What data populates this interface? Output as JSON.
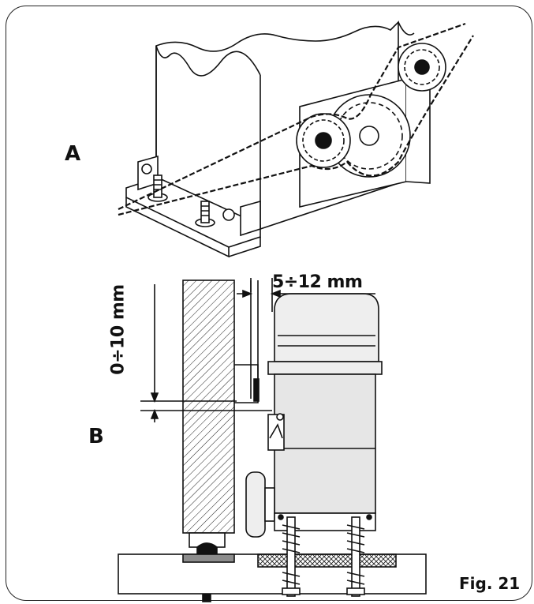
{
  "labels": {
    "view_a": "A",
    "view_b": "B",
    "figure": "Fig. 21",
    "dim_horizontal": "5÷12 mm",
    "dim_vertical": "0÷10 mm"
  },
  "colors": {
    "ink": "#111111",
    "motor_body": "#e6e6e6",
    "motor_cap": "#eeeeee",
    "foundation_grey": "#8c8c8c"
  }
}
